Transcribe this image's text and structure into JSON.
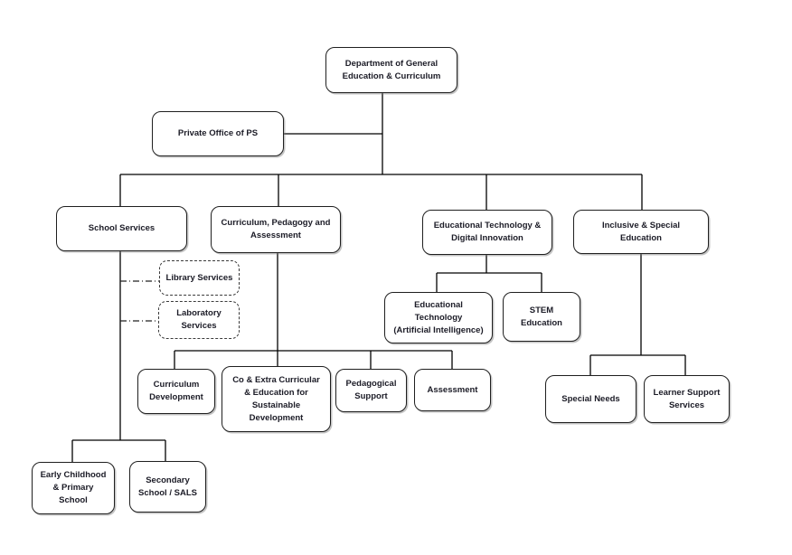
{
  "diagram": {
    "type": "org-chart",
    "background": "#ffffff",
    "colors": {
      "box_border": "#1f1f1f",
      "box_fill": "#ffffff",
      "text": "#1b1b26",
      "line": "#000000",
      "dashed_box_border": "#3a3a3a"
    },
    "nodes": {
      "dept": {
        "label": "Department of General\nEducation & Curriculum"
      },
      "private_office": {
        "label": "Private Office of PS"
      },
      "school_services": {
        "label": "School Services"
      },
      "curriculum_pedagogy": {
        "label": "Curriculum, Pedagogy and\nAssessment"
      },
      "ed_tech": {
        "label": "Educational Technology &\nDigital Innovation"
      },
      "inclusive": {
        "label": "Inclusive & Special\nEducation"
      },
      "library": {
        "label": "Library Services"
      },
      "laboratory": {
        "label": "Laboratory\nServices"
      },
      "ed_tech_ai": {
        "label": "Educational\nTechnology\n(Artificial Intelligence)"
      },
      "stem": {
        "label": "STEM\nEducation"
      },
      "curriculum_dev": {
        "label": "Curriculum\nDevelopment"
      },
      "co_extra": {
        "label": "Co & Extra Curricular\n& Education for\nSustainable\nDevelopment"
      },
      "pedagogical": {
        "label": "Pedagogical\nSupport"
      },
      "assessment": {
        "label": "Assessment"
      },
      "special_needs": {
        "label": "Special Needs"
      },
      "learner_support": {
        "label": "Learner Support\nServices"
      },
      "early_childhood": {
        "label": "Early Childhood\n& Primary\nSchool"
      },
      "secondary": {
        "label": "Secondary\nSchool / SALS"
      }
    },
    "edges": [
      {
        "from": "dept",
        "to": "private_office",
        "style": "solid"
      },
      {
        "from": "dept",
        "to": "school_services",
        "style": "solid"
      },
      {
        "from": "dept",
        "to": "curriculum_pedagogy",
        "style": "solid"
      },
      {
        "from": "dept",
        "to": "ed_tech",
        "style": "solid"
      },
      {
        "from": "dept",
        "to": "inclusive",
        "style": "solid"
      },
      {
        "from": "school_services",
        "to": "library",
        "style": "dash-dot"
      },
      {
        "from": "school_services",
        "to": "laboratory",
        "style": "dash-dot"
      },
      {
        "from": "school_services",
        "to": "early_childhood",
        "style": "solid"
      },
      {
        "from": "school_services",
        "to": "secondary",
        "style": "solid"
      },
      {
        "from": "curriculum_pedagogy",
        "to": "curriculum_dev",
        "style": "solid"
      },
      {
        "from": "curriculum_pedagogy",
        "to": "co_extra",
        "style": "solid"
      },
      {
        "from": "curriculum_pedagogy",
        "to": "pedagogical",
        "style": "solid"
      },
      {
        "from": "curriculum_pedagogy",
        "to": "assessment",
        "style": "solid"
      },
      {
        "from": "ed_tech",
        "to": "ed_tech_ai",
        "style": "solid"
      },
      {
        "from": "ed_tech",
        "to": "stem",
        "style": "solid"
      },
      {
        "from": "inclusive",
        "to": "special_needs",
        "style": "solid"
      },
      {
        "from": "inclusive",
        "to": "learner_support",
        "style": "solid"
      }
    ]
  }
}
